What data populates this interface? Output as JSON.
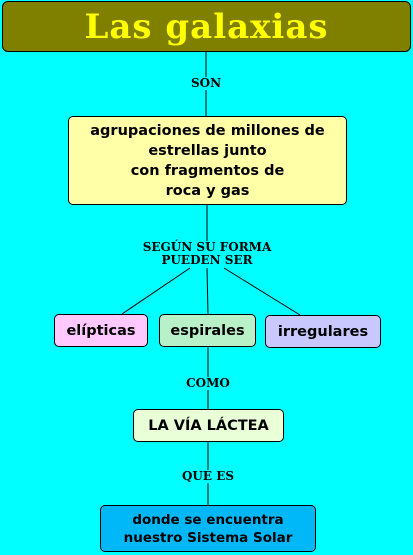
{
  "title": "Las galaxias",
  "links": {
    "son": "SON",
    "segun_line1": "SEGÚN SU FORMA",
    "segun_line2": "PUEDEN SER",
    "como": "COMO",
    "que_es": "QUE ES"
  },
  "nodes": {
    "definition": [
      "agrupaciones de millones de",
      "estrellas junto",
      "con fragmentos de",
      "roca y gas"
    ],
    "elipticas": "elípticas",
    "espirales": "espirales",
    "irregulares": "irregulares",
    "via_lactea": "LA VÍA LÁCTEA",
    "sistema_solar": [
      "donde se encuentra",
      "nuestro Sistema Solar"
    ]
  },
  "colors": {
    "background": "#00ffff",
    "title_bg": "#7f7f00",
    "title_text": "#ffff00",
    "definition": "#ffffa8",
    "elipticas": "#ffc8ff",
    "espirales": "#b8f0c8",
    "irregulares": "#c8c8ff",
    "via_lactea": "#e8ffd8",
    "sistema_solar": "#00b8f8"
  }
}
